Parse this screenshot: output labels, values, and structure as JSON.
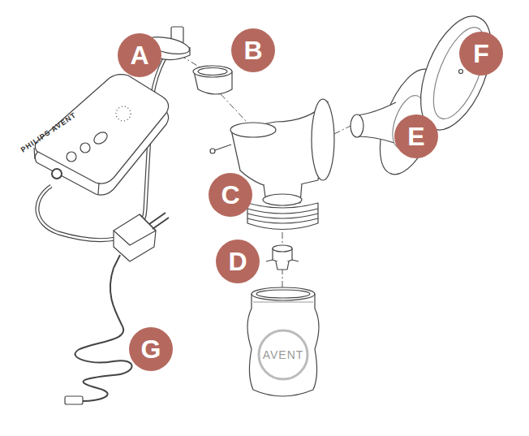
{
  "diagram": {
    "nodes": [
      {
        "text": [
          "A"
        ]
      },
      {
        "text": [
          "B"
        ]
      },
      {
        "text": [
          "C"
        ]
      },
      {
        "text": [
          "D"
        ]
      },
      {
        "text": [
          "E"
        ]
      },
      {
        "text": [
          "F"
        ]
      },
      {
        "text": [
          "G"
        ]
      }
    ],
    "labels": [
      "PHILIPS AVENT",
      "AVENT"
    ]
  }
}
